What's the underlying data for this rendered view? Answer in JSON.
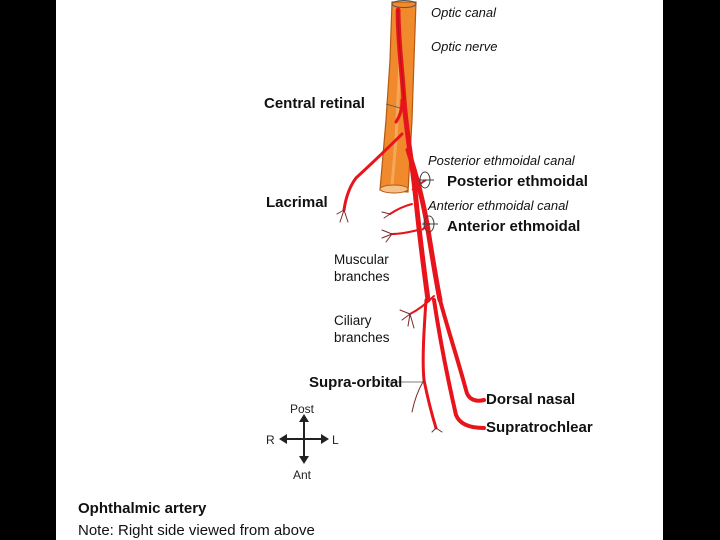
{
  "labels": {
    "optic_canal": "Optic canal",
    "optic_nerve": "Optic nerve",
    "central_retinal": "Central retinal",
    "posterior_ethmoidal_canal": "Posterior ethmoidal canal",
    "posterior_ethmoidal": "Posterior ethmoidal",
    "lacrimal": "Lacrimal",
    "anterior_ethmoidal_canal": "Anterior ethmoidal canal",
    "anterior_ethmoidal": "Anterior ethmoidal",
    "muscular_1": "Muscular",
    "muscular_2": "branches",
    "ciliary_1": "Ciliary",
    "ciliary_2": "branches",
    "supra_orbital": "Supra-orbital",
    "dorsal_nasal": "Dorsal nasal",
    "supratrochlear": "Supratrochlear"
  },
  "compass": {
    "top": "Post",
    "bottom": "Ant",
    "left": "R",
    "right": "L"
  },
  "caption": {
    "title": "Ophthalmic artery",
    "note": "Note: Right side viewed from above"
  },
  "colors": {
    "artery": "#e8141c",
    "artery_dark": "#b5121a",
    "nerve": "#f08a2c",
    "nerve_edge": "#b35a12",
    "background_frame": "#000000",
    "slide": "#ffffff"
  }
}
